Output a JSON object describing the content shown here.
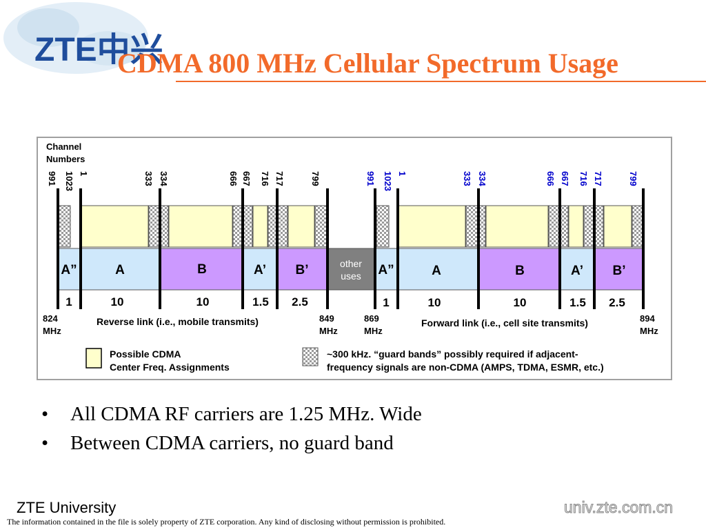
{
  "header": {
    "logo_text": "ZTE中兴",
    "title": "CDMA 800 MHz Cellular Spectrum Usage"
  },
  "diagram": {
    "channel_numbers_label_1": "Channel",
    "channel_numbers_label_2": "Numbers",
    "left_channels": [
      "991",
      "1023",
      "1",
      "333",
      "334",
      "666",
      "667",
      "716",
      "717",
      "799"
    ],
    "right_channels": [
      "991",
      "1023",
      "1",
      "333",
      "334",
      "666",
      "667",
      "716",
      "717",
      "799"
    ],
    "blocks_left": [
      {
        "label": "A”",
        "width": "1"
      },
      {
        "label": "A",
        "width": "10"
      },
      {
        "label": "B",
        "width": "10"
      },
      {
        "label": "A’",
        "width": "1.5"
      },
      {
        "label": "B’",
        "width": "2.5"
      }
    ],
    "other_uses_1": "other",
    "other_uses_2": "uses",
    "blocks_right": [
      {
        "label": "A”",
        "width": "1"
      },
      {
        "label": "A",
        "width": "10"
      },
      {
        "label": "B",
        "width": "10"
      },
      {
        "label": "A’",
        "width": "1.5"
      },
      {
        "label": "B’",
        "width": "2.5"
      }
    ],
    "freq_824_1": "824",
    "freq_824_2": "MHz",
    "freq_849_1": "849",
    "freq_849_2": "MHz",
    "freq_869_1": "869",
    "freq_869_2": "MHz",
    "freq_894_1": "894",
    "freq_894_2": "MHz",
    "reverse_link": "Reverse link (i.e., mobile transmits)",
    "forward_link": "Forward link (i.e., cell site transmits)",
    "legend_cdma_1": "Possible CDMA",
    "legend_cdma_2": "Center Freq. Assignments",
    "legend_guard_1": "~300 kHz. “guard bands” possibly required if adjacent-",
    "legend_guard_2": "frequency  signals are non-CDMA (AMPS, TDMA, ESMR, etc.)",
    "colors": {
      "cdma_fill": "#ffffcc",
      "a_fill": "#cfe8fb",
      "b_fill": "#cc99ff",
      "other_fill": "#808080",
      "right_channel_color": "#0000cc"
    }
  },
  "bullets": [
    {
      "dot": "•",
      "text": "All CDMA RF carriers are 1.25 MHz. Wide"
    },
    {
      "dot": "•",
      "text": "Between CDMA carriers, no guard band"
    }
  ],
  "footer": {
    "org": "ZTE University",
    "url": "univ.zte.com.cn",
    "note": "The information contained in the file is solely property of ZTE corporation. Any kind of disclosing without permission is prohibited."
  }
}
